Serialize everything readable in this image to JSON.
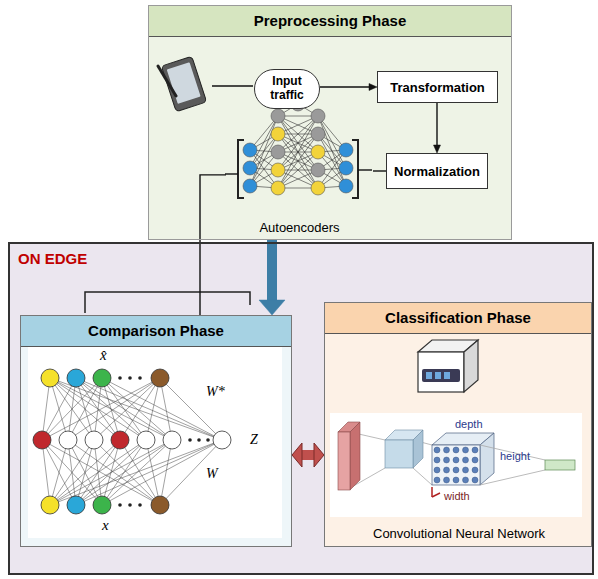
{
  "diagram": {
    "nodes": [
      {
        "text": [
          "Preprocessing Phase"
        ]
      },
      {
        "text": [
          "Input traffic"
        ],
        "in": 0
      },
      {
        "text": [
          "Transformation"
        ],
        "in": 0
      },
      {
        "text": [
          "Normalization"
        ],
        "in": 0
      },
      {
        "text": [
          "Autoencoders"
        ],
        "in": 0
      },
      {
        "text": [
          "ON EDGE"
        ]
      },
      {
        "text": [
          "Comparison Phase"
        ],
        "in": 5
      },
      {
        "text": [
          "Classification Phase"
        ],
        "in": 5
      },
      {
        "text": [
          "Convolutional Neural Network"
        ],
        "in": 7
      }
    ],
    "edges": [
      {
        "from": 1,
        "to": 2,
        "arrow": "to"
      },
      {
        "from": 2,
        "to": 3,
        "arrow": "to"
      },
      {
        "from": 3,
        "to": 4,
        "arrow": "none"
      },
      {
        "from": 4,
        "to": 6,
        "arrow": "none"
      },
      {
        "from": 0,
        "to": 6,
        "arrow": "to"
      },
      {
        "from": 6,
        "to": 7,
        "arrow": "both"
      }
    ],
    "labels": [
      "x̂",
      "W*",
      "Z",
      "W",
      "x",
      "depth",
      "height",
      "width"
    ]
  }
}
